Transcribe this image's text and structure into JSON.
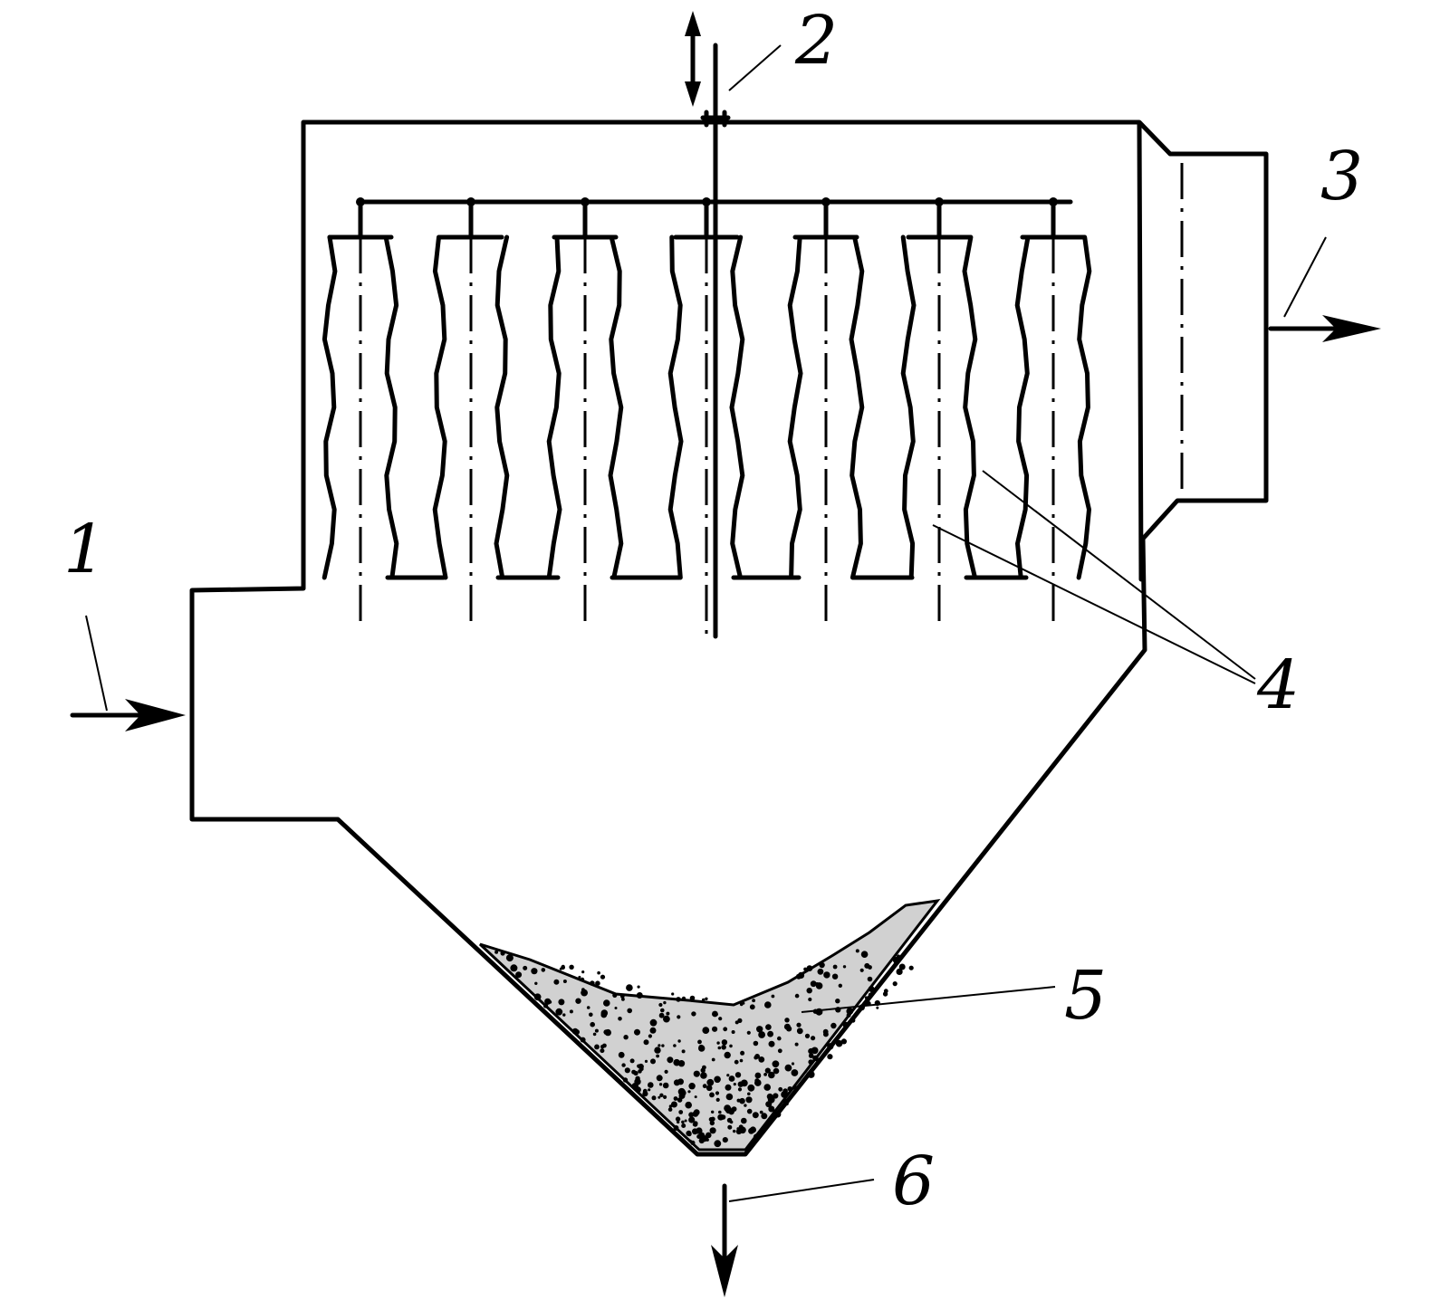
{
  "labels": {
    "inlet": "1",
    "electrode_rod": "2",
    "outlet": "3",
    "electrodes": "4",
    "dust": "5",
    "discharge": "6"
  },
  "colors": {
    "line": "#000000",
    "background": "#ffffff"
  }
}
